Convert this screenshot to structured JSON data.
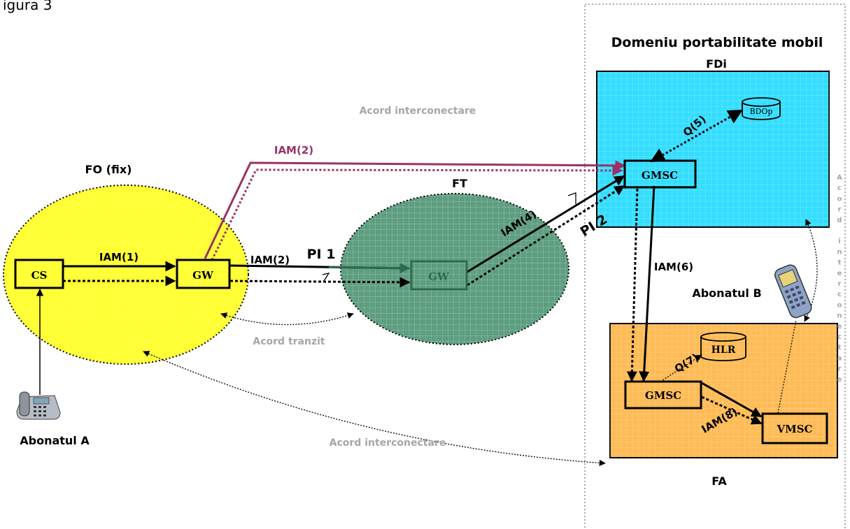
{
  "top_fragment": "igura 3",
  "domain_title": "Domeniu portabilitate mobil",
  "networks": {
    "fo": "FO (fix)",
    "ft": "FT",
    "fdi": "FDi",
    "fa": "FA"
  },
  "nodes": {
    "cs": "CS",
    "gw_fo": "GW",
    "gw_ft": "GW",
    "gmsc_fdi": "GMSC",
    "bdop": "BDOp",
    "hlr": "HLR",
    "gmsc_fa": "GMSC",
    "vmsc": "VMSC"
  },
  "messages": {
    "iam1": "IAM(1)",
    "iam2_direct": "IAM(2)",
    "iam2_transit": "IAM(2)",
    "pi1": "PI 1",
    "iam4": "IAM(4)",
    "pi2": "PI 2",
    "q5": "Q(5)",
    "iam6": "IAM(6)",
    "q7": "Q(7)",
    "iam8": "IAM(8)"
  },
  "agreements": {
    "interconnect_top": "Acord interconectare",
    "transit": "Acord tranzit",
    "interconnect_bottom": "Acord interconectare",
    "interconnect_vertical": "Acord interconectare"
  },
  "subscribers": {
    "a": "Abonatul A",
    "b": "Abonatul B"
  },
  "colors": {
    "fo_fill": "#ffff33",
    "ft_fill": "#5e9e80",
    "fdi_fill": "#33ddff",
    "fa_fill": "#ffbb55",
    "direct_route": "#993366",
    "agreement_text": "#a6a6a6"
  }
}
